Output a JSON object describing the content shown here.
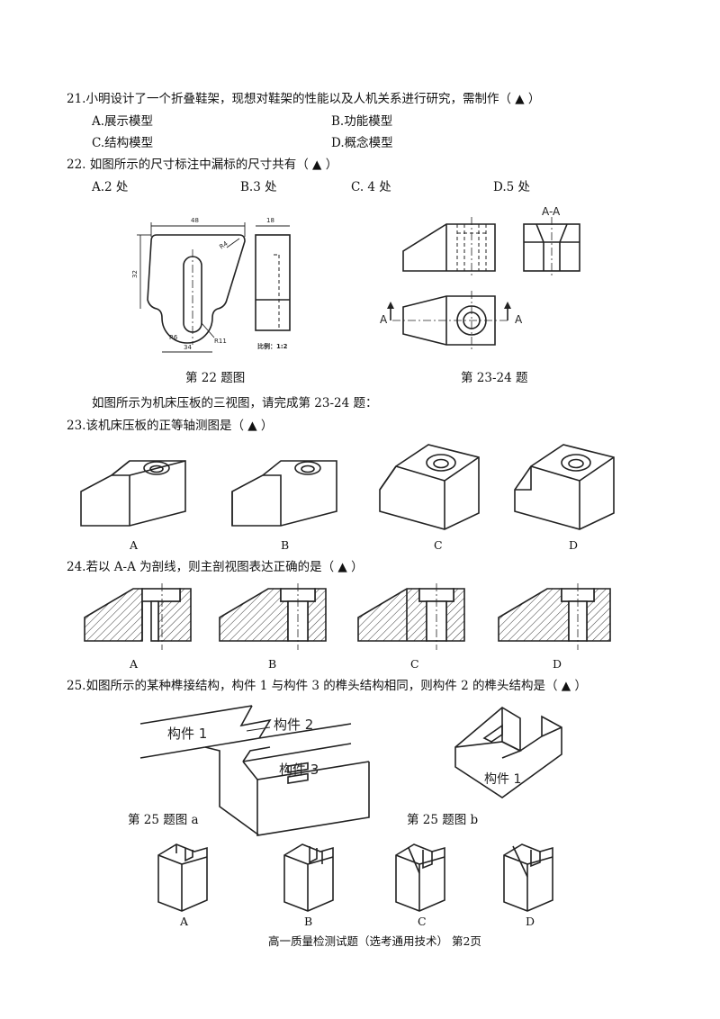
{
  "q21": {
    "stem": "21.小明设计了一个折叠鞋架，现想对鞋架的性能以及人机关系进行研究，需制作（ ▲ ）",
    "options": [
      "A.展示模型",
      "B.功能模型",
      "C.结构模型",
      "D.概念模型"
    ]
  },
  "q22": {
    "stem": "22.  如图所示的尺寸标注中漏标的尺寸共有（ ▲ ）",
    "options": [
      "A.2 处",
      "B.3 处",
      "C.  4 处",
      "D.5 处"
    ]
  },
  "fig22": {
    "dims": [
      "48",
      "18",
      "R4",
      "32",
      "R6",
      "R11",
      "34"
    ],
    "scale": "比例：1:2",
    "caption": "第 22 题图"
  },
  "fig23_24": {
    "section_title": "A-A",
    "arrow_left": "A",
    "arrow_right": "A",
    "caption": "第 23-24 题"
  },
  "intro": "如图所示为机床压板的三视图，请完成第 23-24 题：",
  "q23": {
    "stem": "23.该机床压板的正等轴测图是（ ▲ ）",
    "labels": [
      "A",
      "B",
      "C",
      "D"
    ]
  },
  "q24": {
    "stem": "24.若以 A-A 为剖线，则主剖视图表达正确的是（ ▲ ）",
    "labels": [
      "A",
      "B",
      "C",
      "D"
    ]
  },
  "q25": {
    "stem": "25.如图所示的某种榫接结构，构件 1 与构件 3 的榫头结构相同，则构件 2 的榫头结构是（ ▲ ）",
    "part1": "构件 1",
    "part2": "构件 2",
    "part3": "构件 3",
    "part1_b": "构件 1",
    "caption_a": "第 25 题图 a",
    "caption_b": "第 25 题图 b",
    "labels": [
      "A",
      "B",
      "C",
      "D"
    ]
  },
  "footer": "高一质量检测试题（选考通用技术）  第2页"
}
